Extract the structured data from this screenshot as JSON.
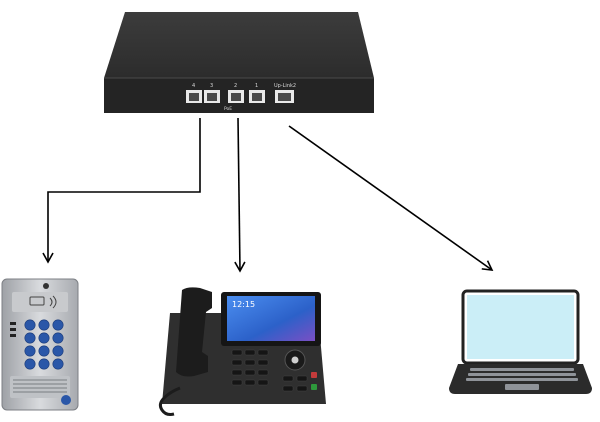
{
  "switch": {
    "port_labels": [
      "4",
      "3",
      "2",
      "1",
      "Up-Link2"
    ],
    "poe_label": "PoE"
  },
  "phone": {
    "clock_text": "12:15"
  },
  "colors": {
    "switch_body": "#2b2b2b",
    "switch_top": "#3a3a3a",
    "arrow": "#000000",
    "laptop_screen": "#cbeef7",
    "phone_screen": "#3a6fd6",
    "keypad_key": "#2a57a8"
  },
  "icons": [
    "network-switch-icon",
    "door-intercom-icon",
    "ip-phone-icon",
    "laptop-icon"
  ]
}
